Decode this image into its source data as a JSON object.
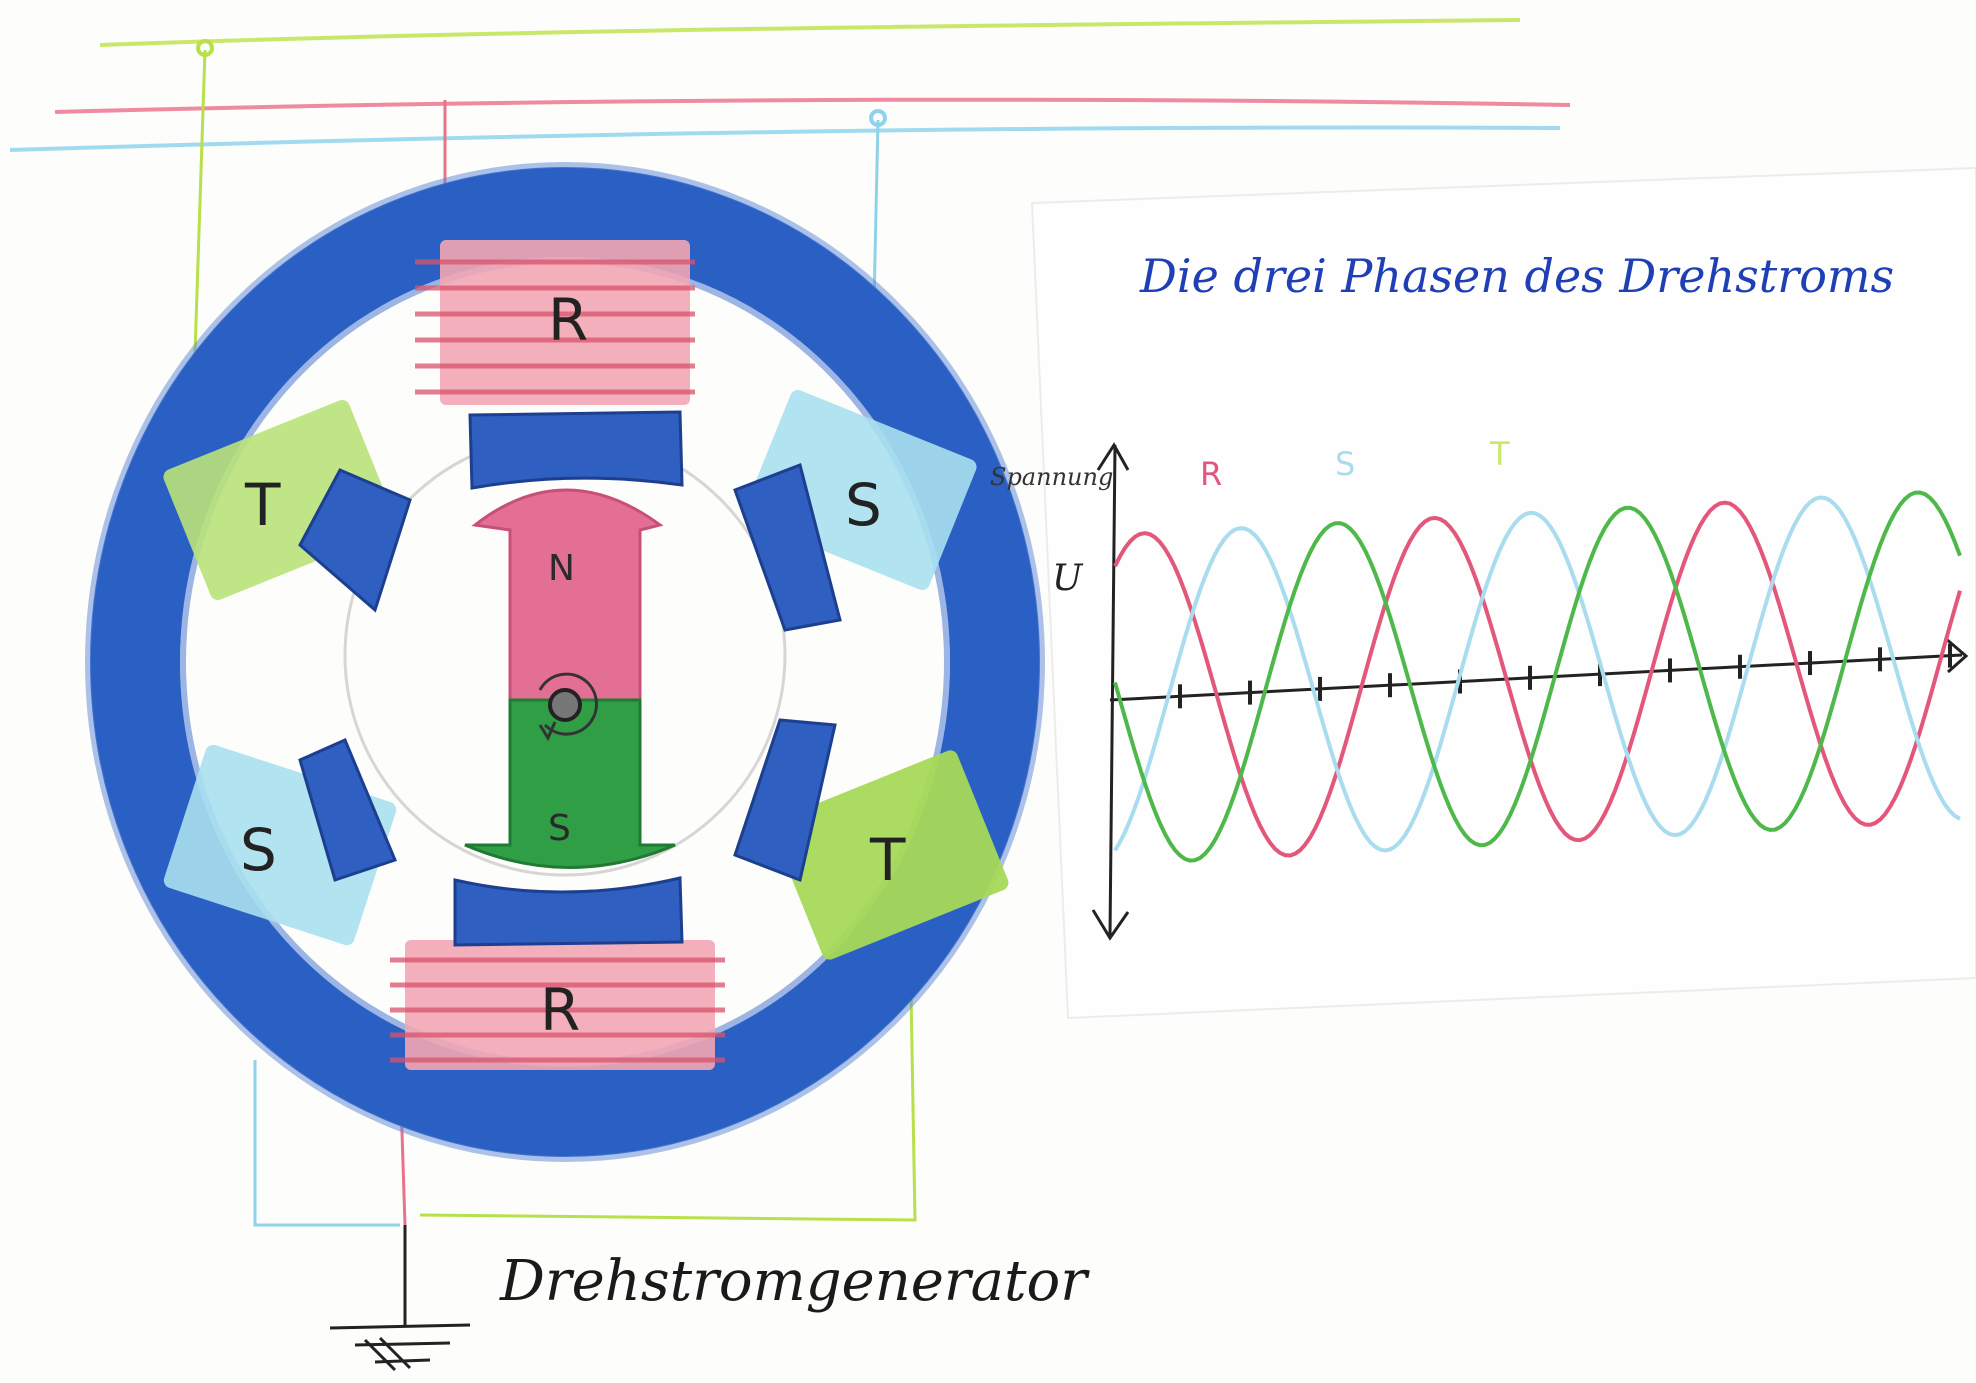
{
  "diagram": {
    "caption": "Drehstromgenerator",
    "coils": [
      {
        "id": "R-top",
        "label": "R",
        "color": "#e8738a"
      },
      {
        "id": "S-upper-right",
        "label": "S",
        "color": "#8fd3ea"
      },
      {
        "id": "T-upper-left",
        "label": "T",
        "color": "#a6d957"
      },
      {
        "id": "S-lower-left",
        "label": "S",
        "color": "#8fd3ea"
      },
      {
        "id": "T-lower-right",
        "label": "T",
        "color": "#a6d957"
      },
      {
        "id": "R-bottom",
        "label": "R",
        "color": "#e8738a"
      }
    ],
    "rotor": {
      "north_label": "N",
      "south_label": "S",
      "north_color": "#e36f94",
      "south_color": "#2f9e45"
    },
    "stator_color": "#2a5fc4",
    "wire_colors": {
      "R": "#e8738a",
      "S": "#8fd3ea",
      "T": "#b8e04a"
    }
  },
  "chart": {
    "title": "Die drei Phasen des Drehstroms",
    "y_axis_label": "Spannung",
    "y_symbol": "U",
    "phase_labels": [
      "R",
      "S",
      "T"
    ]
  },
  "chart_data": {
    "type": "line",
    "title": "Die drei Phasen des Drehstroms",
    "ylabel": "Spannung",
    "y_symbol": "U",
    "x_ticks": 12,
    "series": [
      {
        "name": "R",
        "color": "#e2577a",
        "phase_deg": 0,
        "amplitude": 1
      },
      {
        "name": "S",
        "color": "#a9dcee",
        "phase_deg": 120,
        "amplitude": 1
      },
      {
        "name": "T",
        "color": "#4fb84a",
        "phase_deg": 240,
        "amplitude": 1
      }
    ]
  }
}
